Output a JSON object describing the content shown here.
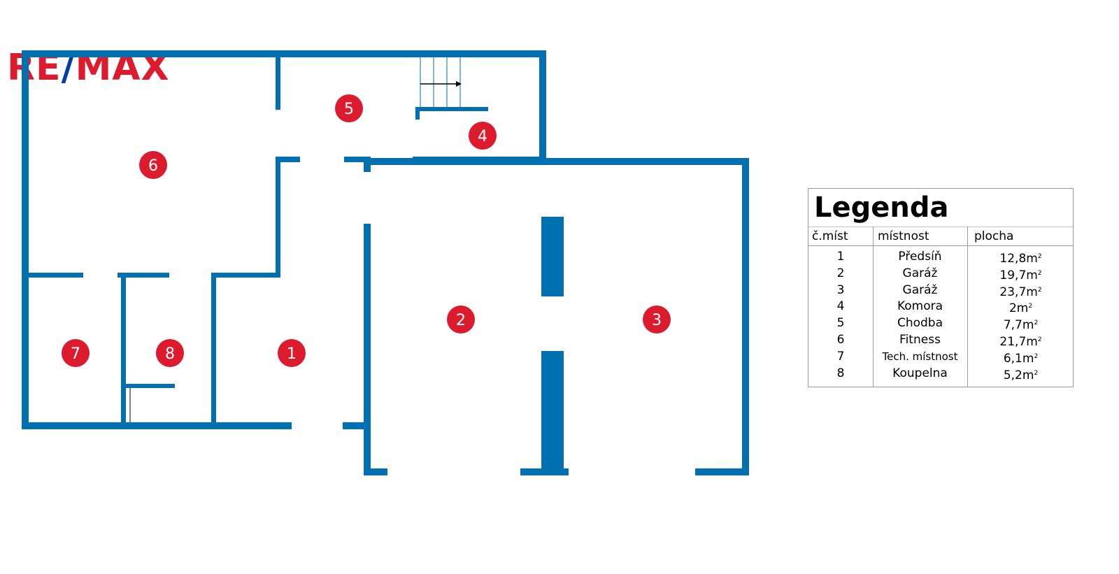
{
  "brand": {
    "logo_text": "RE/MAX",
    "logo_red": "#dc1c2e",
    "logo_blue": "#003da5"
  },
  "colors": {
    "wall": "#0070b0",
    "marker": "#dc1c2e"
  },
  "rooms": [
    {
      "number": "1",
      "name": "Předsíň",
      "area": "12,8",
      "unit": "m",
      "sup": "2"
    },
    {
      "number": "2",
      "name": "Garáž",
      "area": "19,7",
      "unit": "m",
      "sup": "2"
    },
    {
      "number": "3",
      "name": "Garáž",
      "area": "23,7",
      "unit": "m",
      "sup": "2"
    },
    {
      "number": "4",
      "name": "Komora",
      "area": "2",
      "unit": "m",
      "sup": "2"
    },
    {
      "number": "5",
      "name": "Chodba",
      "area": "7,7",
      "unit": "m",
      "sup": "2"
    },
    {
      "number": "6",
      "name": "Fitness",
      "area": "21,7",
      "unit": "m",
      "sup": "2"
    },
    {
      "number": "7",
      "name": "Tech. místnost",
      "area": "6,1",
      "unit": "m",
      "sup": "2"
    },
    {
      "number": "8",
      "name": "Koupelna",
      "area": "5,2",
      "unit": "m",
      "sup": "2"
    }
  ],
  "legend": {
    "title": "Legenda",
    "col_number": "č.míst",
    "col_room": "místnost",
    "col_area": "plocha"
  }
}
